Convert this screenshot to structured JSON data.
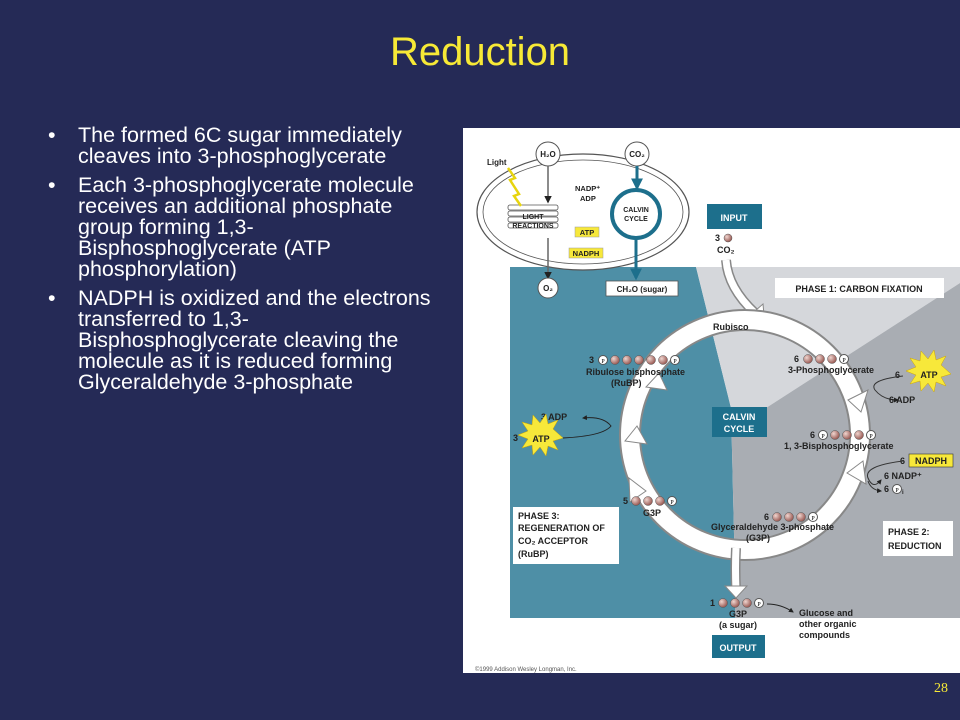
{
  "title": "Reduction",
  "bullets": [
    "The formed 6C sugar immediately cleaves into 3-phosphoglycerate",
    "Each 3-phosphoglycerate molecule receives an additional phosphate group forming 1,3-Bisphosphoglycerate (ATP phosphorylation)",
    "NADPH is oxidized and the electrons transferred to 1,3-Bisphosphoglycerate cleaving the molecule as it is reduced forming Glyceraldehyde 3-phosphate"
  ],
  "page_number": "28",
  "diagram": {
    "chloroplast": {
      "light": "Light",
      "h2o": "H₂O",
      "co2": "CO₂",
      "o2": "O₂",
      "ch2o": "CH₂O (sugar)",
      "nadp": "NADP⁺",
      "adp": "ADP",
      "atp": "ATP",
      "nadph": "NADPH",
      "light_reactions_1": "LIGHT",
      "light_reactions_2": "REACTIONS",
      "calvin_cycle_1": "CALVIN",
      "calvin_cycle_2": "CYCLE"
    },
    "input": {
      "label": "INPUT",
      "count": "3",
      "molecule": "CO₂"
    },
    "phase1": "PHASE 1: CARBON FIXATION",
    "phase2_1": "PHASE 2:",
    "phase2_2": "REDUCTION",
    "phase3_1": "PHASE 3:",
    "phase3_2": "REGENERATION OF",
    "phase3_3": "CO₂ ACCEPTOR",
    "phase3_4": "(RuBP)",
    "center_1": "CALVIN",
    "center_2": "CYCLE",
    "rubisco": "Rubisco",
    "rubp_count": "3",
    "rubp_1": "Ribulose bisphosphate",
    "rubp_2": "(RuBP)",
    "pga_count": "6",
    "pga": "3-Phosphoglycerate",
    "atp_in_count": "6",
    "atp": "ATP",
    "adp_out": "6 ADP",
    "bpg_count": "6",
    "bpg": "1, 3-Bisphosphoglycerate",
    "nadph_count": "6",
    "nadph": "NADPH",
    "nadp_out": "6 NADP⁺",
    "pi_out": "6",
    "pi_symbol": "P",
    "pi_sub": "i",
    "g3p_count": "6",
    "g3p_1": "Glyceraldehyde 3-phosphate",
    "g3p_2": "(G3P)",
    "g3p5_count": "5",
    "g3p5": "G3P",
    "adp3": "3 ADP",
    "atp3_count": "3",
    "output_count": "1",
    "output_g3p_1": "G3P",
    "output_g3p_2": "(a sugar)",
    "output_label": "OUTPUT",
    "output_products_1": "Glucose and",
    "output_products_2": "other organic",
    "output_products_3": "compounds",
    "copyright": "©1999 Addison Wesley Longman, Inc."
  }
}
